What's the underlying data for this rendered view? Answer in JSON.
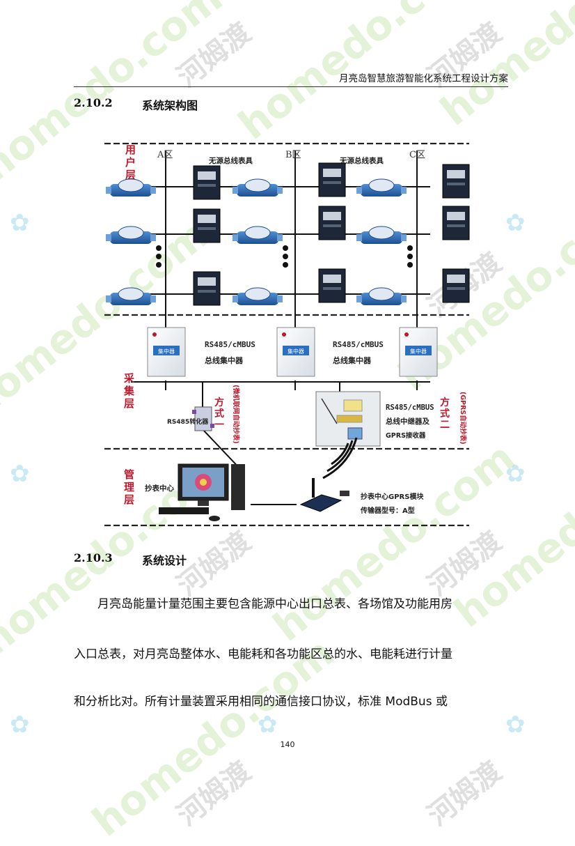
{
  "header": {
    "title": "月亮岛智慧旅游智能化系统工程设计方案"
  },
  "section_1": {
    "number": "2.10.2",
    "title": "系统架构图"
  },
  "diagram": {
    "layers": {
      "user": "用户层",
      "collect": "采集层",
      "manage": "管理层"
    },
    "zones": [
      "A区",
      "B区",
      "C区"
    ],
    "meter_label": "无源总线表具",
    "concentrator_label_line1": "RS485/cMBUS",
    "concentrator_label_line2": "总线集中器",
    "concentrator_box": "集中器",
    "converter_label": "RS485转化器",
    "mode_one": "方式一",
    "mode_one_note": "(微机联网自动抄表)",
    "mode_two": "方式二",
    "mode_two_note": "(GPRS自动抄表)",
    "relay_line1": "RS485/cMBUS",
    "relay_line2": "总线中继器及",
    "relay_line3": "GPRS接收器",
    "center_label": "抄表中心",
    "gprs_line1": "抄表中心GPRS模块",
    "gprs_line2": "传输器型号：A型"
  },
  "section_2": {
    "number": "2.10.3",
    "title": "系统设计"
  },
  "paragraph": [
    "月亮岛能量计量范围主要包含能源中心出口总表、各场馆及功能用房",
    "入口总表，对月亮岛整体水、电能耗和各功能区总的水、电能耗进行计量",
    "和分析比对。所有计量装置采用相同的通信接口协议，标准 ModBus 或"
  ],
  "page_number": "140",
  "watermarks": {
    "domain": "homedo.com",
    "brand": "河姆渡"
  },
  "colors": {
    "layer_label": "#c0182a",
    "concentrator_blue": "#2a6fc0",
    "meter_blue": "#2b6cb0"
  }
}
